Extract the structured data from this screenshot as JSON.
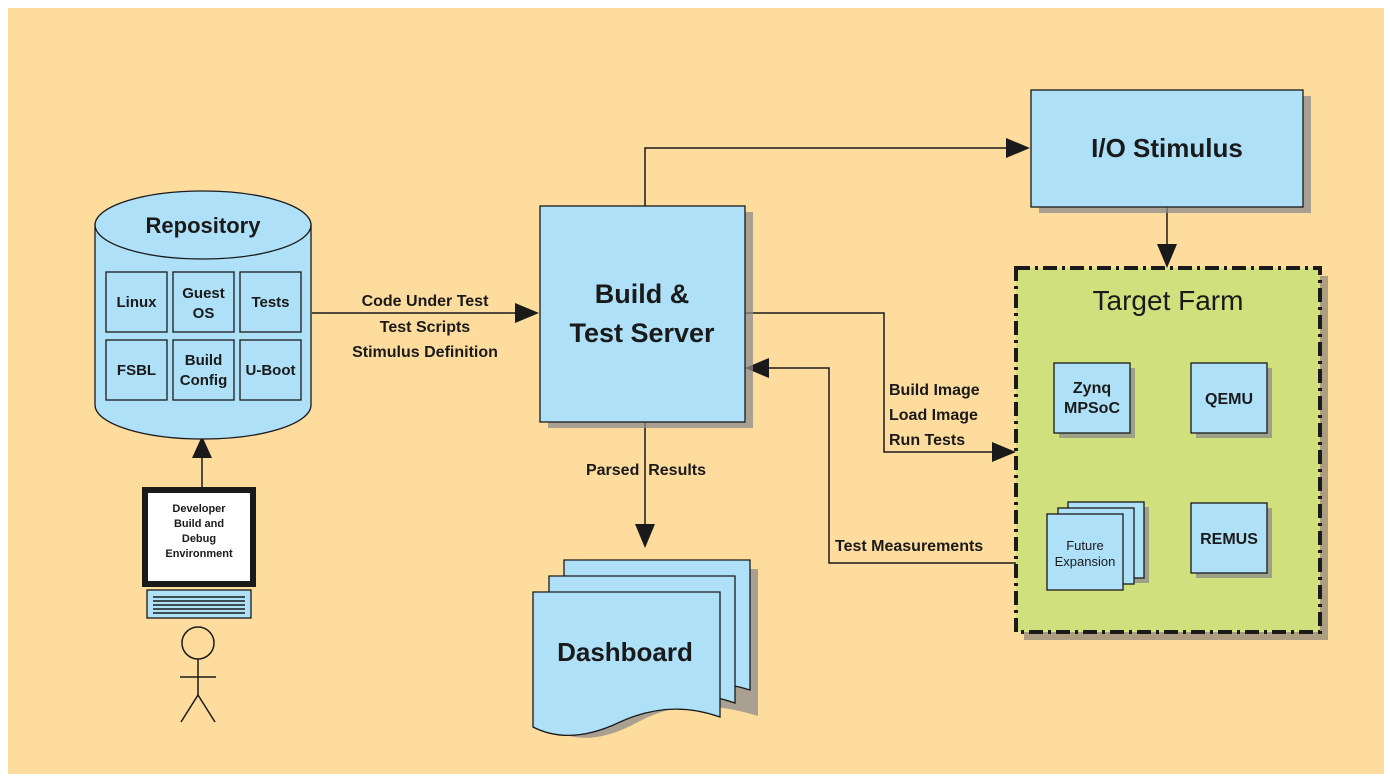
{
  "repository": {
    "title": "Repository",
    "items": [
      [
        "Linux"
      ],
      [
        "Guest",
        "OS"
      ],
      [
        "Tests"
      ],
      [
        "FSBL"
      ],
      [
        "Build",
        "Config"
      ],
      [
        "U-Boot"
      ]
    ]
  },
  "developer": {
    "lines": [
      "Developer",
      "Build and",
      "Debug",
      "Environment"
    ]
  },
  "build_server": {
    "lines": [
      "Build &",
      "Test Server"
    ]
  },
  "io_stimulus": {
    "label": "I/O Stimulus"
  },
  "target_farm": {
    "title": "Target Farm",
    "zynq": [
      "Zynq",
      "MPSoC"
    ],
    "qemu": "QEMU",
    "future": [
      "Future",
      "Expansion"
    ],
    "remus": "REMUS"
  },
  "dashboard": {
    "label": "Dashboard"
  },
  "edges": {
    "repo_to_server": [
      "Code Under Test",
      "Test Scripts",
      "Stimulus Definition"
    ],
    "server_to_dashboard": "Parsed  Results",
    "server_to_farm": [
      "Build Image",
      "Load Image",
      "Run Tests"
    ],
    "farm_to_server": "Test Measurements"
  },
  "colors": {
    "background": "#fddc9e",
    "box_fill": "#aee0f8",
    "farm_fill": "#cfe07c",
    "line": "#1a1a1a"
  }
}
